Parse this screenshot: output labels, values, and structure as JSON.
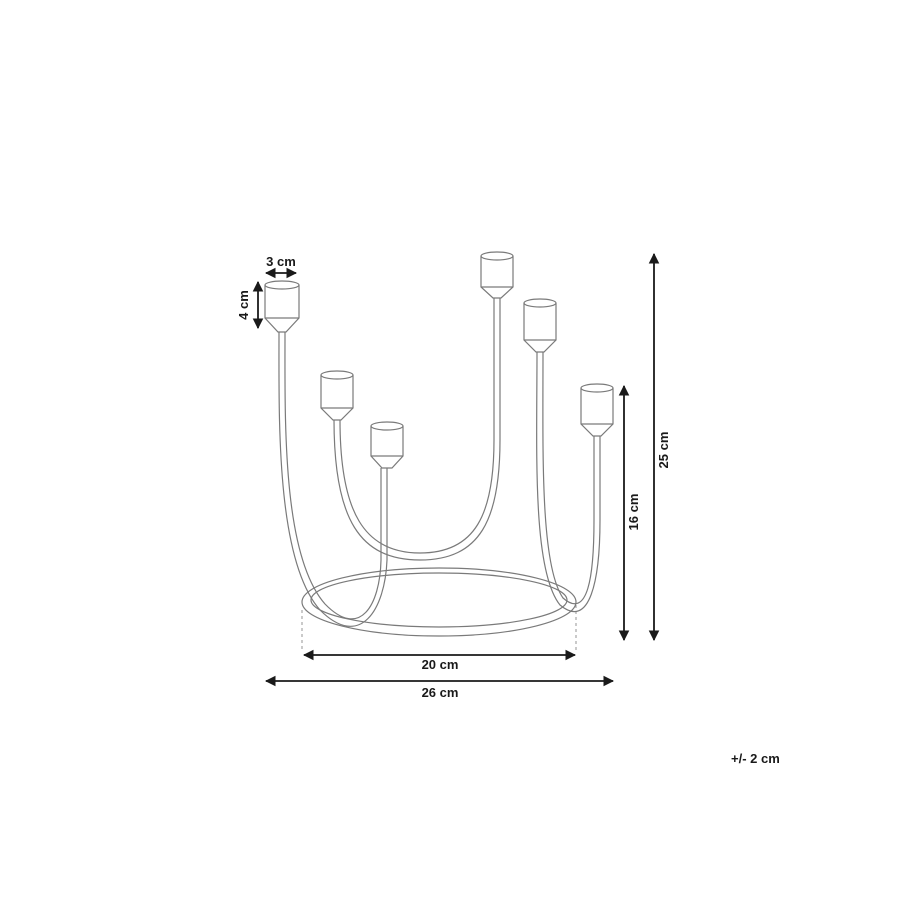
{
  "diagram": {
    "subject": "five-arm candle holder on oval ring base",
    "line_color": "#7a7a7a",
    "arrow_color": "#1a1a1a",
    "dimensions": {
      "cup_width": "3 cm",
      "cup_height": "4 cm",
      "base_inner_width": "20 cm",
      "overall_width": "26 cm",
      "short_height": "16 cm",
      "overall_height": "25 cm"
    },
    "tolerance": "+/- 2 cm"
  }
}
